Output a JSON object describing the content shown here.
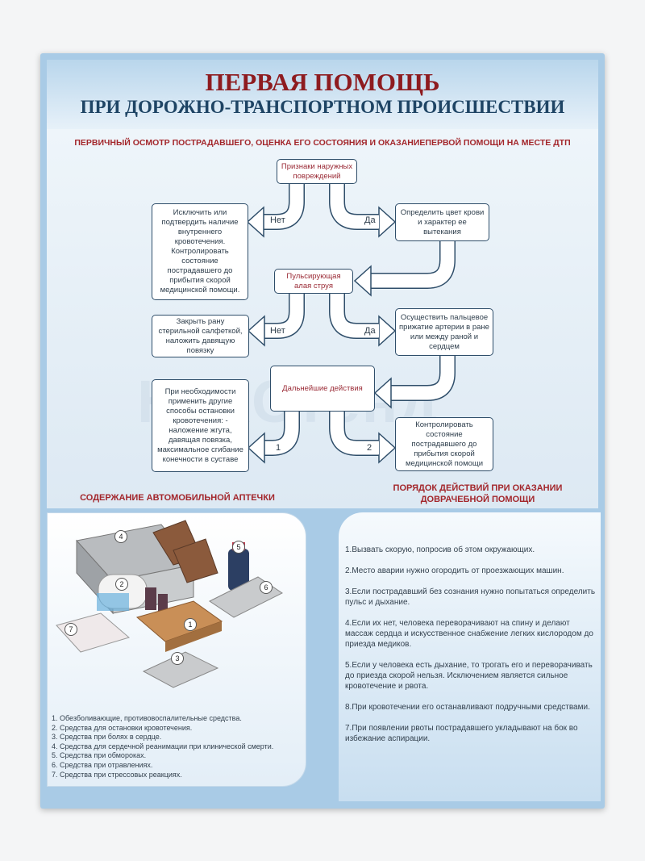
{
  "header": {
    "title": "ПЕРВАЯ ПОМОЩЬ",
    "subtitle": "ПРИ ДОРОЖНО-ТРАНСПОРТНОМ ПРОИСШЕСТВИИ"
  },
  "section_heading": "ПЕРВИЧНЫЙ ОСМОТР  ПОСТРАДАВШЕГО, ОЦЕНКА ЕГО СОСТОЯНИЯ И ОКАЗАНИЕПЕРВОЙ ПОМОЩИ НА МЕСТЕ ДТП",
  "watermark": "НикСтенд",
  "flow": {
    "q1": "Признаки наружных повреждений",
    "q1_no": "Исключить или подтвердить наличие внутреннего кровотечения. Контролировать состояние пострадавшего до прибытия скорой медицинской помощи.",
    "q1_yes": "Определить цвет крови и характер ее вытекания",
    "q2": "Пульсирующая алая струя",
    "q2_no": "Закрыть рану стерильной салфеткой, наложить давящую повязку",
    "q2_yes": "Осуществить пальцевое прижатие артерии в ране или между раной и сердцем",
    "q3": "Дальнейшие действия",
    "q3_1": "При необходимости применить другие способы остановки кровотечения: - наложение жгута, давящая повязка, максимальное сгибание конечности в суставе",
    "q3_2": "Контролировать состояние пострадавшего до прибытия скорой медицинской помощи",
    "no": "Нет",
    "yes": "Да",
    "one": "1",
    "two": "2"
  },
  "kit": {
    "heading": "СОДЕРЖАНИЕ АВТОМОБИЛЬНОЙ АПТЕЧКИ",
    "numbers": [
      "1",
      "2",
      "3",
      "4",
      "5",
      "6",
      "7"
    ],
    "items": [
      "1. Обезболивающие, противовоспалительные средства.",
      "2. Средства для остановки кровотечения.",
      "3. Средства при болях в сердце.",
      "4. Средства для сердечной реанимации при клинической смерти.",
      "5. Средства при обмороках.",
      "6. Средства при отравлениях.",
      "7. Средства при стрессовых реакциях."
    ]
  },
  "procedure": {
    "heading_line1": "ПОРЯДОК ДЕЙСТВИЙ ПРИ ОКАЗАНИИ",
    "heading_line2": "ДОВРАЧЕБНОЙ ПОМОЩИ",
    "steps": [
      "1.Вызвать скорую, попросив об этом окружающих.",
      "2.Место аварии нужно огородить от проезжающих машин.",
      "3.Если пострадавший без сознания нужно попытаться определить пульс и дыхание.",
      "4.Если их нет, человека переворачивают на спину и делают массаж сердца и искусственное снабжение легких кислородом до приезда медиков.",
      "5.Если у человека есть дыхание, то трогать его и переворачивать до приезда скорой нельзя. Исключением является сильное кровотечение и рвота.",
      "8.При кровотечении его останавливают подручными средствами.",
      "7.При появлении рвоты пострадавшего укладывают на бок во избежание аспирации."
    ]
  }
}
